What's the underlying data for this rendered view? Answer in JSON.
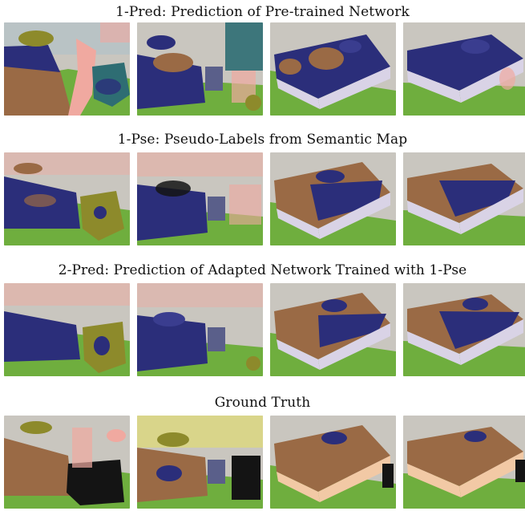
{
  "figure": {
    "rows": [
      {
        "title": "1-Pred: Prediction of Pre-trained Network",
        "panels": [
          "sceneA",
          "sceneB",
          "sceneC",
          "sceneD"
        ]
      },
      {
        "title": "1-Pse: Pseudo-Labels from Semantic Map",
        "panels": [
          "sceneA",
          "sceneB",
          "sceneC",
          "sceneD"
        ]
      },
      {
        "title": "2-Pred: Prediction of Adapted Network Trained with 1-Pse",
        "panels": [
          "sceneA",
          "sceneB",
          "sceneC",
          "sceneD"
        ]
      },
      {
        "title": "Ground Truth",
        "panels": [
          "sceneA",
          "sceneB",
          "sceneC",
          "sceneD"
        ]
      }
    ],
    "colors": {
      "floor": "#6fae3e",
      "wall": "#c9c6bf",
      "bed_navy": "#2b2e7a",
      "bed_brown": "#9a6a45",
      "olive": "#8d8a2b",
      "teal": "#2e6d73",
      "pink": "#f0a9a0",
      "black": "#141414"
    }
  }
}
